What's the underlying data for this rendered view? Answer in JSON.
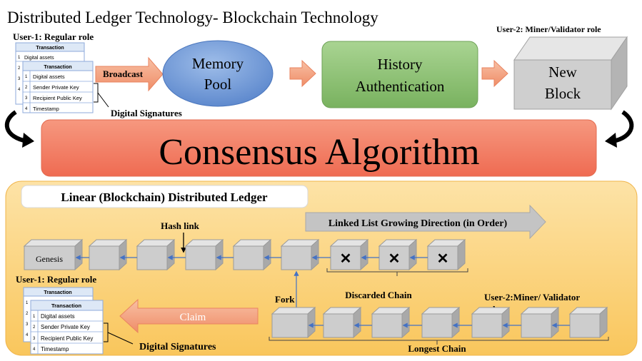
{
  "title": "Distributed Ledger Technology- Blockchain Technology",
  "top": {
    "user1_label": "User-1: Regular role",
    "user2_label": "User-2: Miner/Validator role",
    "broadcast": "Broadcast",
    "memory_pool": [
      "Memory",
      "Pool"
    ],
    "history_auth": [
      "History",
      "Authentication"
    ],
    "new_block": [
      "New",
      "Block"
    ],
    "digital_signatures": "Digital Signatures"
  },
  "transaction_card": {
    "header": "Transaction",
    "rows": [
      {
        "num": "1",
        "text": "Digital assets"
      },
      {
        "num": "2",
        "text": "Sender Private Key"
      },
      {
        "num": "3",
        "text": "Recipient Public Key"
      },
      {
        "num": "4",
        "text": "Timestamp"
      }
    ],
    "back_nums": [
      "1",
      "2",
      "3",
      "4"
    ],
    "back_first": "Digital assets"
  },
  "consensus": "Consensus Algorithm",
  "ledger": {
    "title": "Linear (Blockchain) Distributed Ledger",
    "hash_link": "Hash link",
    "direction": "Linked List Growing Direction (in Order)",
    "genesis": "Genesis",
    "fork": "Fork",
    "discarded_chain": "Discarded Chain",
    "user2_label": "User-2:Miner/ Validator",
    "user2_label_2": "role",
    "longest_chain": "Longest Chain",
    "user1_label": "User-1: Regular role",
    "claim": "Claim",
    "digital_signatures": "Digital Signatures",
    "discard_mark": "✕"
  },
  "colors": {
    "title_text": "#111111",
    "orange_arrow": "#f4a582",
    "memory_pool": "#6f9ad8",
    "history": "#8cc373",
    "block_gray": "#c8c8c8",
    "consensus": "#f2775e",
    "ledger_panel": "#fbd07a",
    "link_blue": "#4472c4",
    "direction_arrow": "#bfbfbf",
    "card_border": "#8eaadb"
  }
}
